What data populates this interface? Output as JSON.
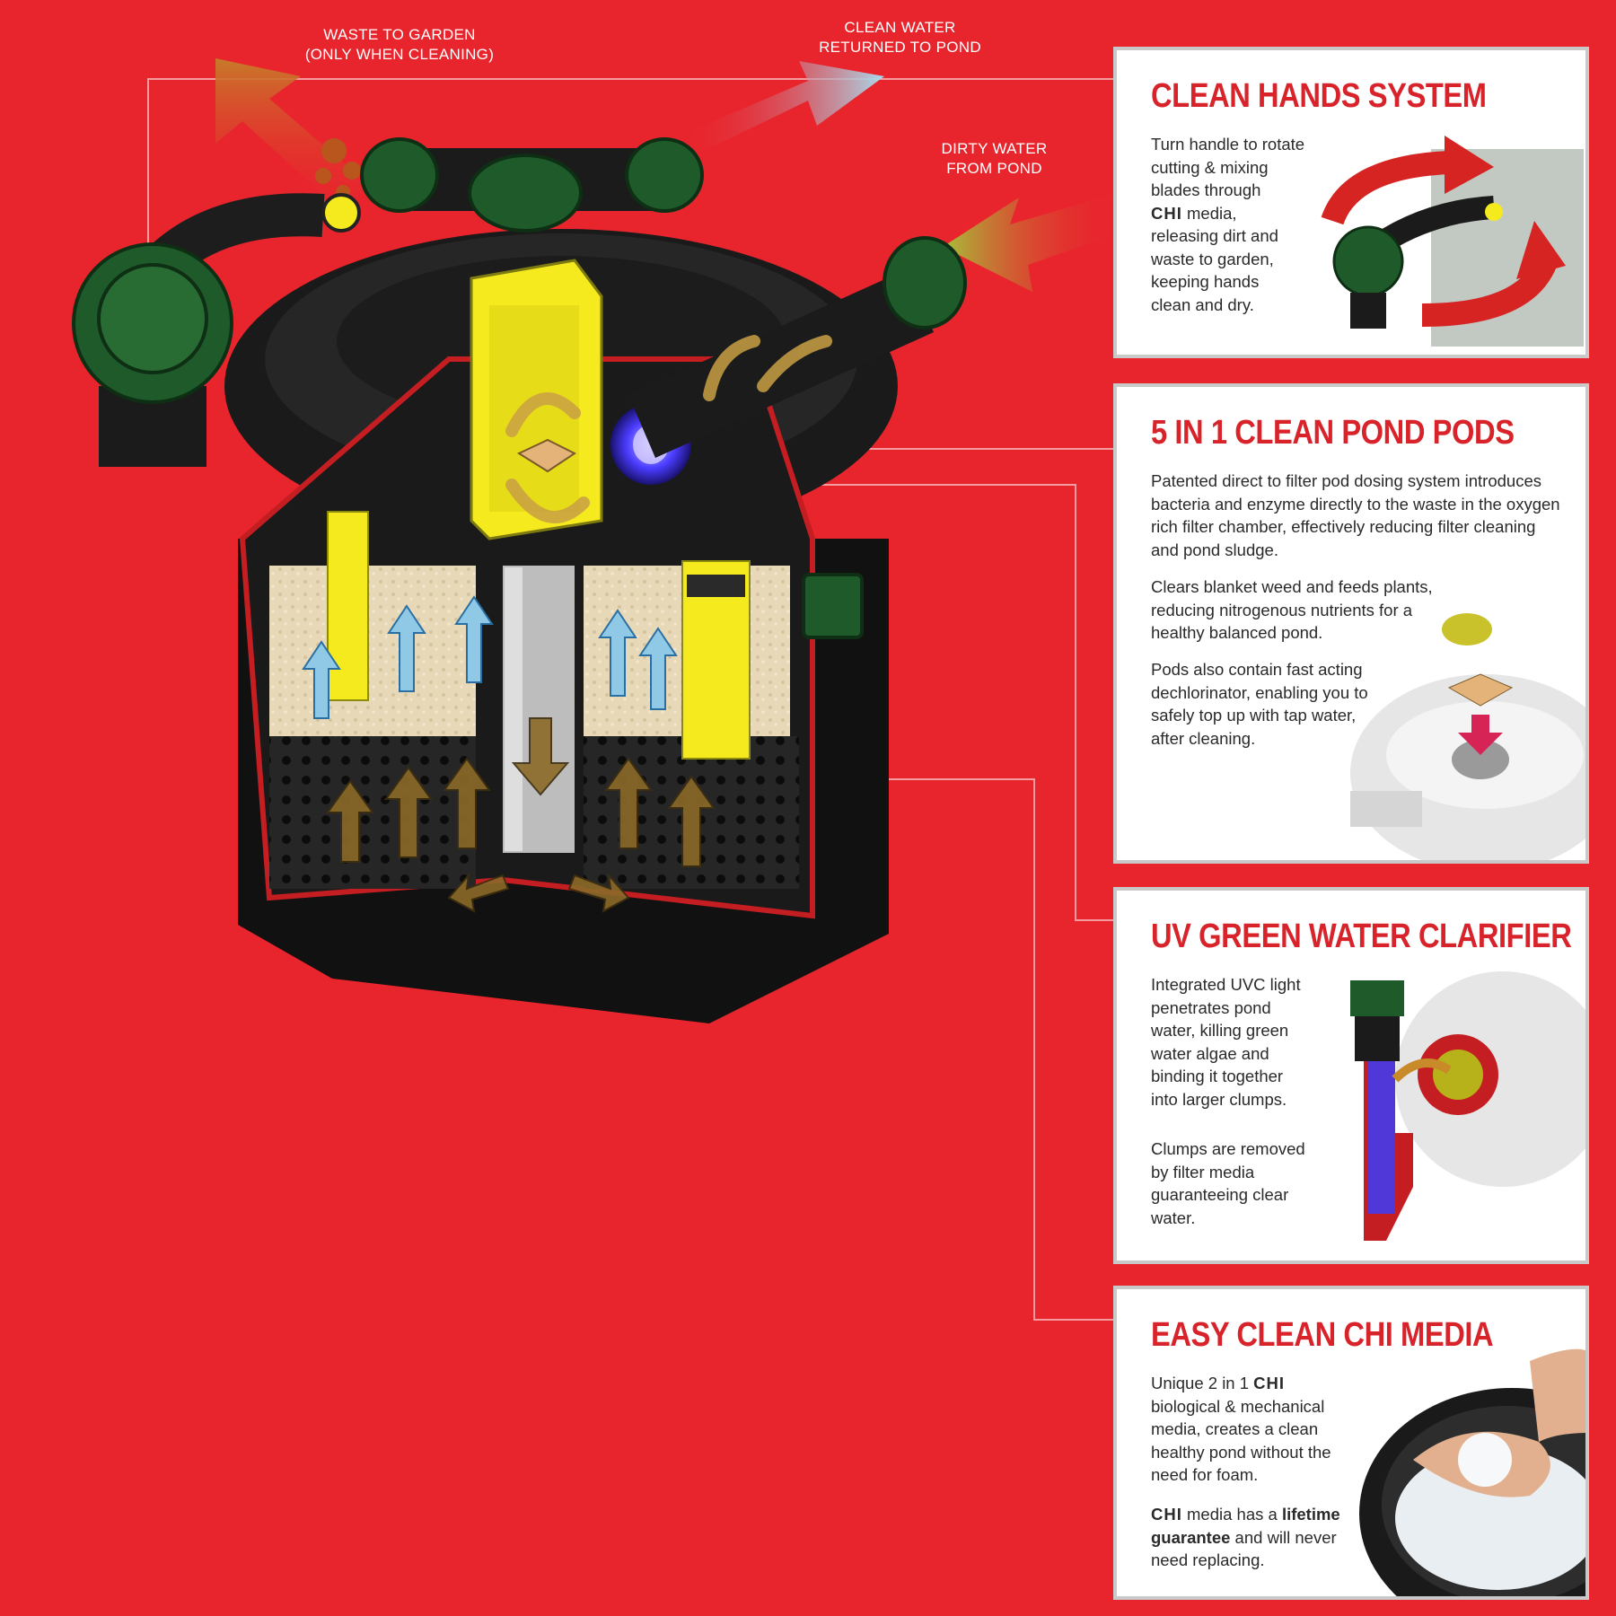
{
  "colors": {
    "background": "#e8252d",
    "heading": "#d8232a",
    "card_border": "#c9c9c9",
    "filter_body": "#141414",
    "knob_green": "#1f5a2a",
    "yellow": "#f4ea1e",
    "waste_arrow": "#c77a2a",
    "clean_arrow": "#9fd3e6",
    "dirty_arrow": "#a6c23a"
  },
  "flow_labels": {
    "waste": "WASTE TO GARDEN\n(ONLY WHEN CLEANING)",
    "clean": "CLEAN WATER\nRETURNED TO POND",
    "dirty": "DIRTY WATER\nFROM POND"
  },
  "cards": {
    "clean_hands": {
      "title": "CLEAN HANDS SYSTEM",
      "body_1": "Turn handle to rotate",
      "body_2": "cutting & mixing",
      "body_3": "blades through",
      "body_chi": "CHI",
      "body_4": " media,",
      "body_5": "releasing dirt and",
      "body_6": "waste to garden,",
      "body_7": "keeping hands",
      "body_8": "clean and dry."
    },
    "pond_pods": {
      "title": "5 IN 1 CLEAN POND PODS",
      "para_1": "Patented direct to filter pod dosing system introduces bacteria and enzyme directly to the waste in the oxygen rich filter chamber, effectively reducing filter cleaning and pond sludge.",
      "para_2": "Clears blanket weed and feeds plants, reducing nitrogenous nutrients for a healthy balanced pond.",
      "para_3": "Pods also contain fast acting dechlorinator, enabling you to safely top up with tap water, after cleaning."
    },
    "uv": {
      "title": "UV GREEN WATER CLARIFIER",
      "para_1": "Integrated UVC light penetrates pond water, killing green water algae and binding it together into larger clumps.",
      "para_2": "Clumps are removed by filter media guaranteeing clear water."
    },
    "media": {
      "title_a": "EASY CLEAN ",
      "title_chi": "CHI",
      "title_b": " MEDIA",
      "para_1a": "Unique 2 in 1 ",
      "para_1chi": "CHI",
      "para_1b": " biological & mechanical media, creates a clean healthy pond without the need for foam.",
      "para_2chi": "CHI",
      "para_2a": " media has a ",
      "para_2bold": "lifetime guarantee",
      "para_2b": " and will never need replacing."
    }
  }
}
